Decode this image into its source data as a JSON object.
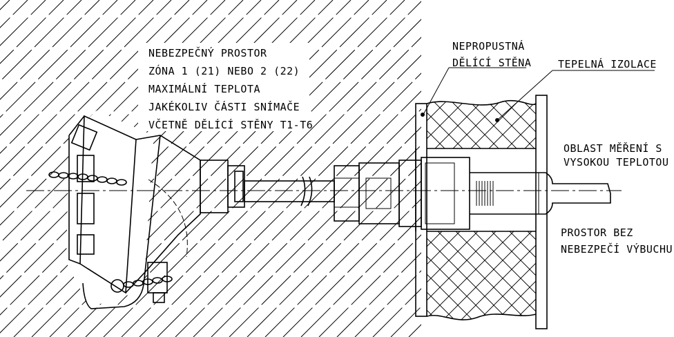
{
  "labels": {
    "hazard_zone": [
      "NEBEZPEČNÝ PROSTOR",
      "ZÓNA 1 (21) NEBO 2 (22)",
      "MAXIMÁLNÍ TEPLOTA",
      "JAKÉKOLIV ČÁSTI SNÍMAČE",
      "VČETNĚ DĚLÍCÍ STĚNY T1-T6"
    ],
    "partition_wall": [
      "NEPROPUSTNÁ",
      "DĚLÍCÍ STĚNA"
    ],
    "thermal_insulation": "TEPELNÁ IZOLACE",
    "measurement_area": [
      "OBLAST MĚŘENÍ S",
      "VYSOKOU TEPLOTOU"
    ],
    "safe_area": [
      "PROSTOR BEZ",
      "NEBEZPEČÍ VÝBUCHU"
    ]
  }
}
